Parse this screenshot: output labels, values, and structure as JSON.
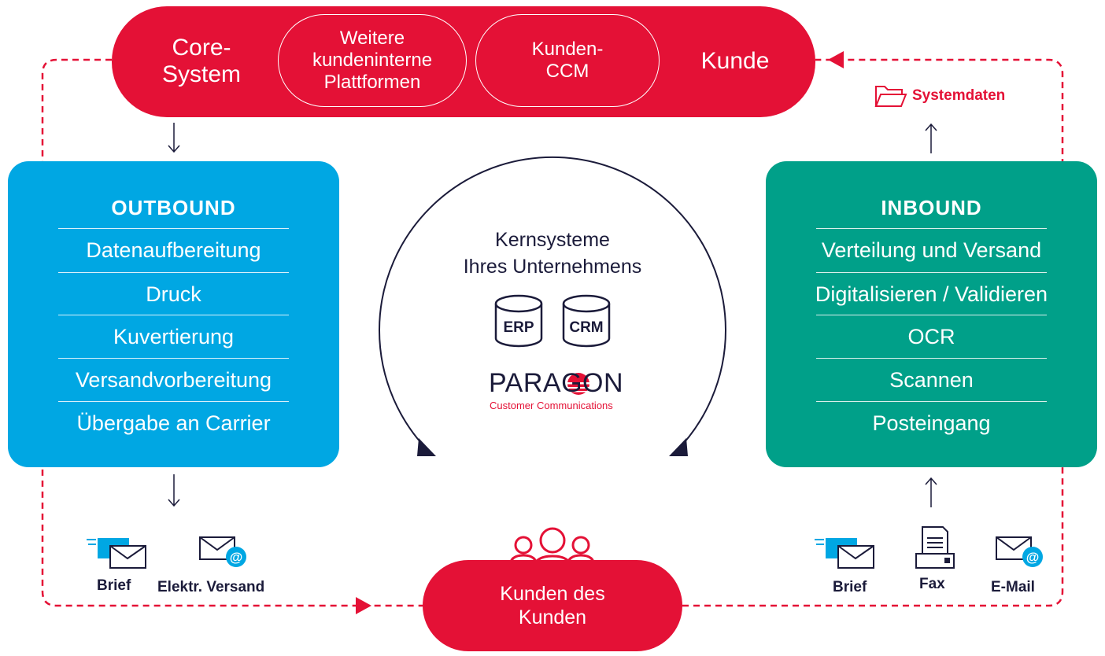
{
  "top": {
    "core_system": "Core-\nSystem",
    "weitere": "Weitere\nkundeninterne\nPlattformen",
    "kunden_ccm": "Kunden-\nCCM",
    "kunde": "Kunde"
  },
  "systemdaten": "Systemdaten",
  "outbound": {
    "title": "OUTBOUND",
    "rows": [
      "Datenaufbereitung",
      "Druck",
      "Kuvertierung",
      "Versandvorbereitung",
      "Übergabe an Carrier"
    ]
  },
  "inbound": {
    "title": "INBOUND",
    "rows": [
      "Verteilung und Versand",
      "Digitalisieren / Validieren",
      "OCR",
      "Scannen",
      "Posteingang"
    ]
  },
  "center": {
    "line1": "Kernsysteme",
    "line2": "Ihres Unternehmens",
    "erp": "ERP",
    "crm": "CRM",
    "logo": "PARAGON",
    "logo_sub": "Customer Communications"
  },
  "bottom": {
    "kunden_des_kunden": "Kunden des\nKunden",
    "out_channels": [
      "Brief",
      "Elektr. Versand"
    ],
    "in_channels": [
      "Brief",
      "Fax",
      "E-Mail"
    ]
  },
  "colors": {
    "red": "#e41136",
    "blue": "#00a7e3",
    "green": "#00a089",
    "navy": "#1b1b3a"
  }
}
